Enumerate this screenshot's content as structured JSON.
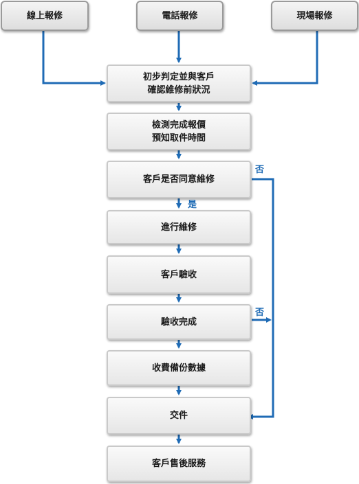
{
  "sources": [
    "線上報修",
    "電話報修",
    "現場報修"
  ],
  "steps": {
    "s1": [
      "初步判定並與客戶",
      "確認維修前狀況"
    ],
    "s2": [
      "檢測完成報價",
      "預知取件時間"
    ],
    "s3": "客戶是否同意維修",
    "s4": "進行維修",
    "s5": "客戶驗收",
    "s6": "驗收完成",
    "s7": "收費備份數據",
    "s8": "交件",
    "s9": "客戶售後服務"
  },
  "labels": {
    "yes": "是",
    "no1": "否",
    "no2": "否"
  },
  "colors": {
    "arrow": "#1f6bb5",
    "box_border": "#c9c9c9"
  }
}
